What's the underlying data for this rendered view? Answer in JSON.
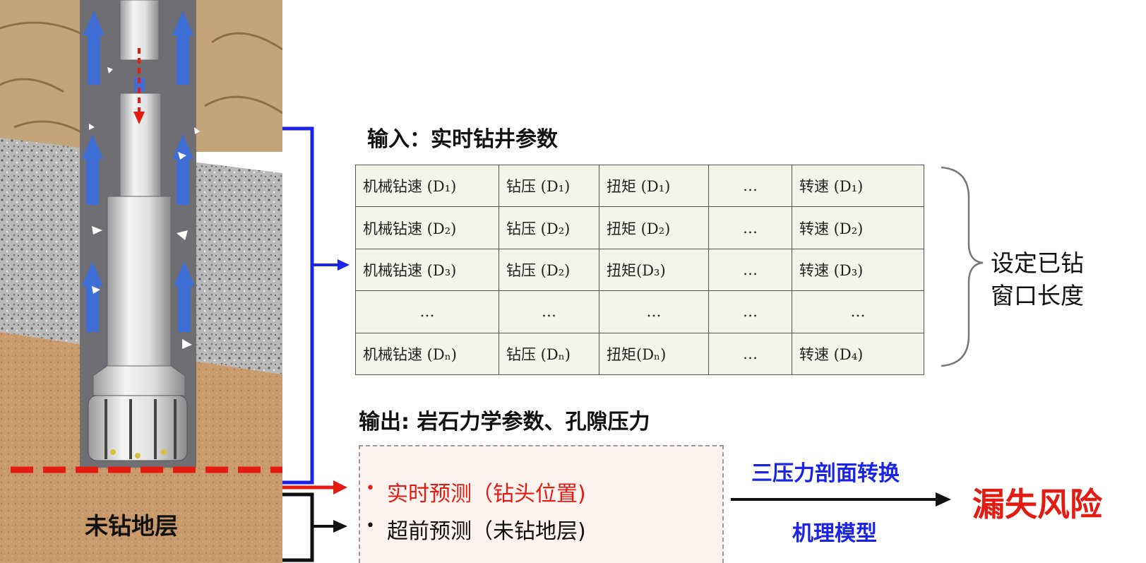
{
  "input_title": "输入：实时钻井参数",
  "table": {
    "rows": [
      [
        "机械钻速 (D₁)",
        "钻压 (D₁)",
        "扭矩 (D₁)",
        "…",
        "转速 (D₁)"
      ],
      [
        "机械钻速 (D₂)",
        "钻压 (D₂)",
        "扭矩 (D₂)",
        "…",
        "转速 (D₂)"
      ],
      [
        "机械钻速 (D₃)",
        "钻压 (D₂)",
        "扭矩(D₃)",
        "…",
        "转速 (D₃)"
      ],
      [
        "…",
        "…",
        "…",
        "…",
        "…"
      ],
      [
        "机械钻速 (Dₙ)",
        "钻压 (Dₙ)",
        "扭矩(Dₙ)",
        "…",
        "转速 (D₄)"
      ]
    ]
  },
  "window_label": {
    "line1": "设定已钻",
    "line2": "窗口长度"
  },
  "output_title": "输出: 岩石力学参数、孔隙压力",
  "output_items": {
    "item1": {
      "bullet": "•",
      "text": "实时预测（钻头位置)"
    },
    "item2": {
      "bullet": "•",
      "text": "超前预测（未钻地层)"
    }
  },
  "conversion": {
    "top": "三压力剖面转换",
    "bottom": "机理模型"
  },
  "risk": "漏失风险",
  "undrilled_label": "未钻地层",
  "colors": {
    "blue_accent": "#1a23e6",
    "red_accent": "#e41b13",
    "table_bg": "#f1f5ea",
    "output_bg": "#fdf3ee"
  }
}
